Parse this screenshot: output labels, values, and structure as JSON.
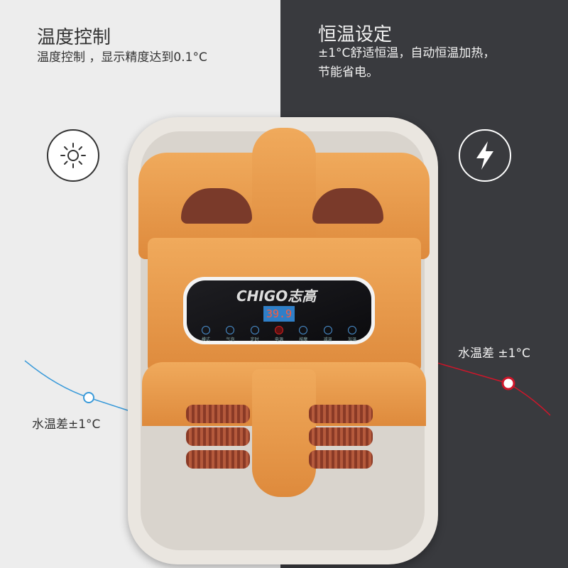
{
  "left": {
    "title": "温度控制",
    "desc": "温度控制 ，显示精度达到0.1°C",
    "icon": "sun-icon",
    "callout": "水温差±1°C",
    "accent": "#3a9ad9"
  },
  "right": {
    "title": "恒温设定",
    "desc_line1": "±1°C舒适恒温，自动恒温加热，",
    "desc_line2": "节能省电。",
    "icon": "lightning-icon",
    "callout": "水温差 ±1°C",
    "accent": "#d0162a"
  },
  "panel": {
    "brand": "CHIGO志高",
    "display": "39.9",
    "buttons": [
      "模式",
      "气泡",
      "定时",
      "电源",
      "按摩",
      "减温",
      "加温"
    ]
  }
}
